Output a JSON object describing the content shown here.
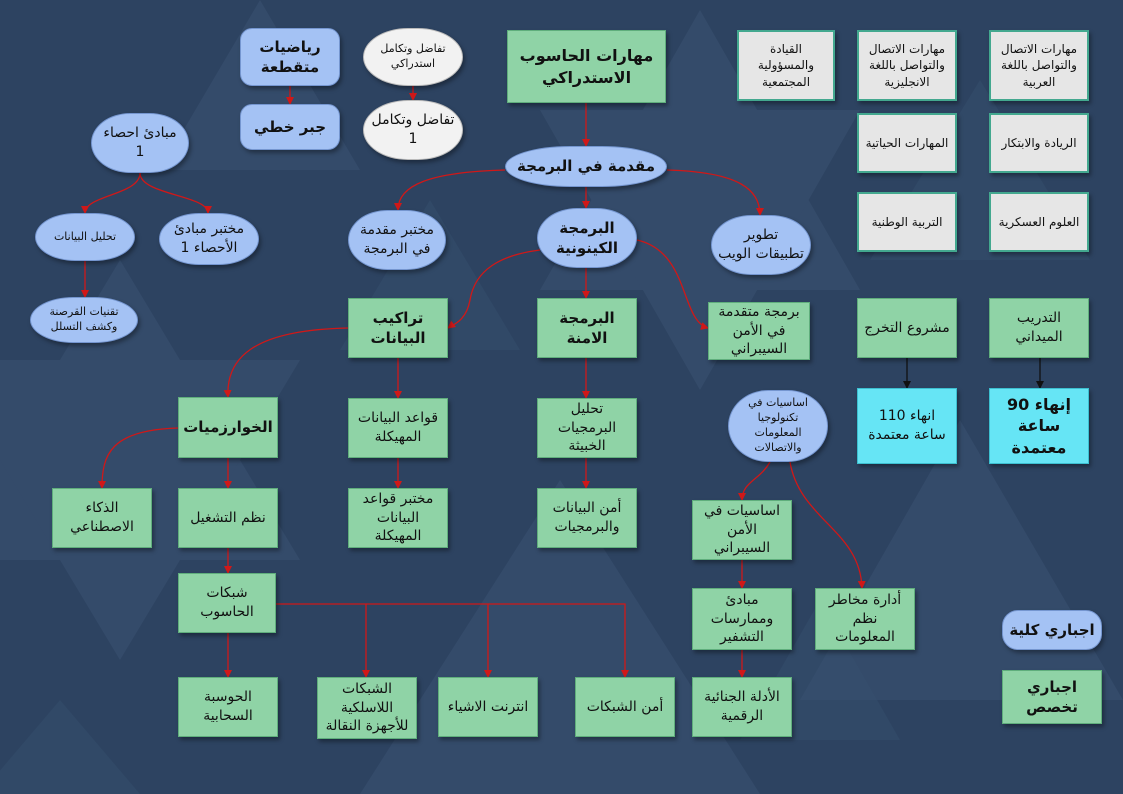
{
  "nodes": {
    "root": "مهارات الحاسوب الاستدراكي",
    "intro": "مقدمة في البرمجة",
    "oop": "البرمجة الكينونية",
    "web": "تطوير تطبيقات الويب",
    "intro_lab": "مختبر مقدمة في البرمجة",
    "data_struct": "تراكيب البيانات",
    "secure_prog": "البرمجة الامنة",
    "adv_prog_sec": "برمجة متقدمة في الأمن السيبراني",
    "algorithms": "الخوارزميات",
    "struct_db": "قواعد البيانات المهيكلة",
    "malware": "تحليل البرمجيات الخبيثة",
    "ai": "الذكاء الاصطناعي",
    "os": "نظم التشغيل",
    "db_lab": "مختبر قواعد البيانات المهيكلة",
    "data_sec": "أمن البيانات والبرمجيات",
    "networks": "شبكات الحاسوب",
    "cloud": "الحوسبة السحابية",
    "wireless": "الشبكات اللاسلكية للأجهزة النقالة",
    "iot": "انترنت الاشياء",
    "net_sec": "أمن الشبكات",
    "ict_basics": "اساسيات في تكنولوجيا المعلومات والاتصالات",
    "cyber_basics": "اساسيات في الأمن السيبراني",
    "crypto": "مبادئ وممارسات التشفير",
    "risk": "أدارة مخاطر نظم المعلومات",
    "forensics": "الأدلة الجنائية الرقمية",
    "discrete": "رياضيات متقطعة",
    "linear": "جبر خطي",
    "calc_prep": "تفاضل وتكامل استدراكي",
    "calc1": "تفاضل وتكامل 1",
    "stats1": "مبادئ احصاء 1",
    "stats_lab": "مختبر مبادئ الأحصاء 1",
    "data_analysis": "تحليل البيانات",
    "hacking": "تقنيات القرصنة وكشف التسلل",
    "leadership": "القيادة والمسؤولية المجتمعية",
    "comm_en": "مهارات الاتصال والتواصل باللغة الانجليزية",
    "comm_ar": "مهارات الاتصال والتواصل باللغة العربية",
    "life_skills": "المهارات الحياتية",
    "entrepreneurship": "الريادة والابتكار",
    "national_ed": "التربية الوطنية",
    "military": "العلوم العسكرية",
    "grad_project": "مشروع التخرج",
    "field_training": "التدريب الميداني",
    "finish_110": "انهاء 110 ساعة معتمدة",
    "finish_90": "إنهاء 90 ساعة معتمدة",
    "legend_college": "اجباري كلية",
    "legend_major": "اجباري تخصص"
  },
  "colors": {
    "background": "#2d4361",
    "major": "#8fd3a6",
    "college": "#a4c2f4",
    "math": "#f2f2f2",
    "university": "#e6e6e6",
    "requirement": "#66e5f5",
    "arrow_red": "#d01818",
    "arrow_black": "#111111"
  }
}
